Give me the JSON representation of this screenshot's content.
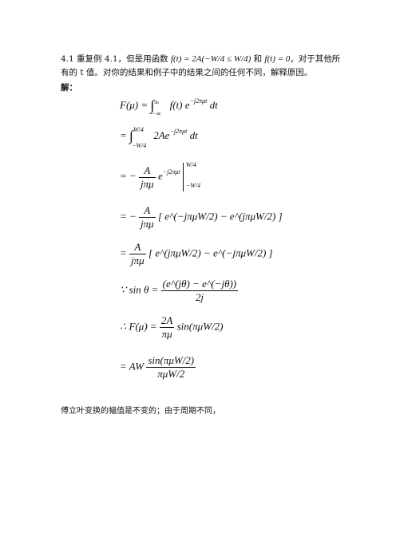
{
  "problem": {
    "prefix": "4.1  重复例  4.1，但是用函数 ",
    "func1": "f(t) = 2A(−W/4 ≤ W/4)",
    "mid": " 和 ",
    "func2": "f(t) = 0",
    "suffix": "，对于其他所有的 t 值。对你的结果和例子中的结果之间的任何不同，解释原因。"
  },
  "solution_label": "解：",
  "equations": {
    "l1_lhs": "F(μ) =",
    "l1_int": "∫",
    "l1_lim_up": "∞",
    "l1_lim_lo": "−∞",
    "l1_body": "f(t) e",
    "l1_exp": "−j2πμt",
    "l1_dt": "dt",
    "l2_eq": "=",
    "l2_int": "∫",
    "l2_lim_up": "W/4",
    "l2_lim_lo": "−W/4",
    "l2_body": "2Ae",
    "l2_exp": "−j2πμt",
    "l2_dt": "dt",
    "l3_eq": "= −",
    "l3_num": "A",
    "l3_den": "jπμ",
    "l3_body": "e",
    "l3_exp": "−j2πμt",
    "l3_lim_up": "W/4",
    "l3_lim_lo": "−W/4",
    "l4_eq": "= −",
    "l4_num": "A",
    "l4_den": "jπμ",
    "l4_body": "[ e^(−jπμW/2) − e^(jπμW/2) ]",
    "l5_eq": "=",
    "l5_num": "A",
    "l5_den": "jπμ",
    "l5_body": "[ e^(jπμW/2) − e^(−jπμW/2) ]",
    "l6_lhs": "∵ sin θ =",
    "l6_num": "(e^(jθ) − e^(−jθ))",
    "l6_den": "2j",
    "l7_lhs": "∴ F(μ) =",
    "l7_num": "2A",
    "l7_den": "πμ",
    "l7_body": "sin(πμW/2)",
    "l8_eq": "= AW",
    "l8_num": "sin(πμW/2)",
    "l8_den": "πμW/2"
  },
  "footer": "傅立叶变换的幅值是不变的；由于周期不同，"
}
